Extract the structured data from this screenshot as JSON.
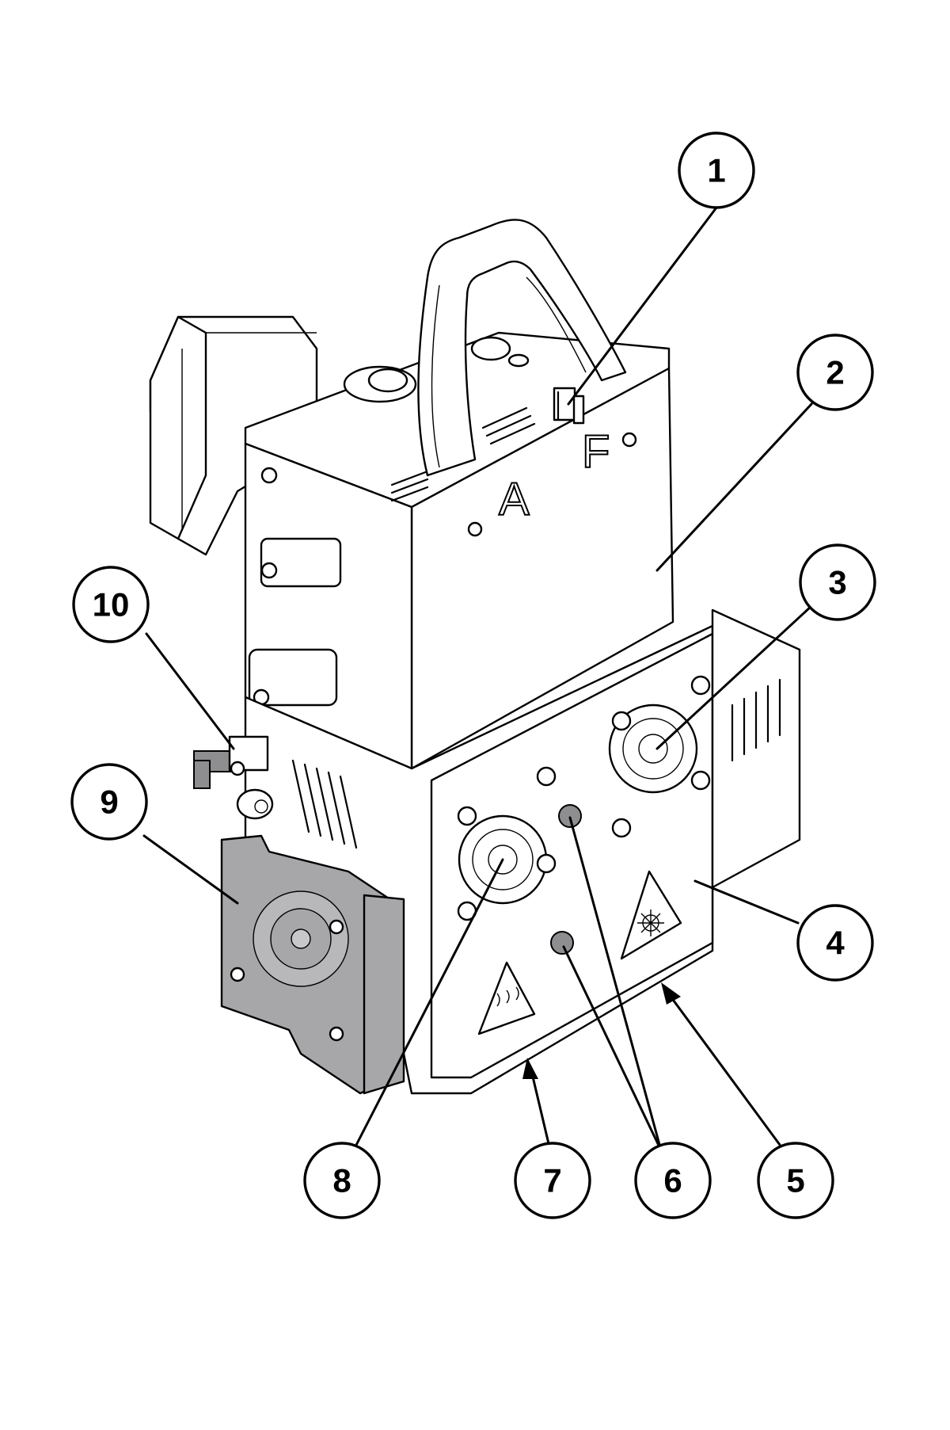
{
  "diagram": {
    "panel_letters": [
      "A",
      "F"
    ],
    "callouts": [
      {
        "label": "1",
        "target": "connector"
      },
      {
        "label": "2",
        "target": "upper-cover"
      },
      {
        "label": "3",
        "target": "fan-right"
      },
      {
        "label": "4",
        "target": "lower-cover"
      },
      {
        "label": "5",
        "target": "edge-right"
      },
      {
        "label": "6",
        "target": "led-pair"
      },
      {
        "label": "7",
        "target": "edge-left"
      },
      {
        "label": "8",
        "target": "fan-left"
      },
      {
        "label": "9",
        "target": "side-fan-bracket"
      },
      {
        "label": "10",
        "target": "valve-fitting"
      }
    ],
    "colors": {
      "line": "#000000",
      "fill": "#ffffff",
      "accent_grey": "#a7a7aa"
    }
  }
}
